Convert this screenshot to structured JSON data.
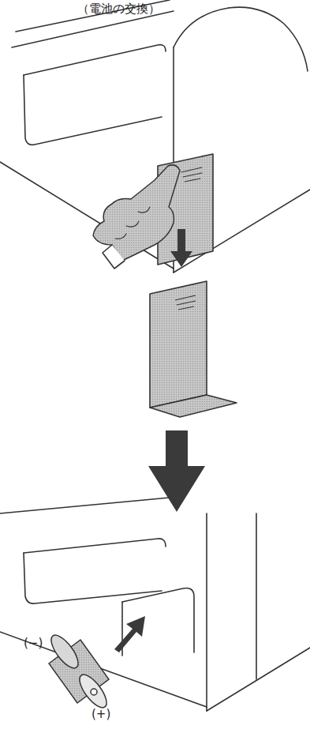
{
  "diagram": {
    "title": "（電池の交換）",
    "labels": [
      "(−)",
      "(+)"
    ]
  }
}
